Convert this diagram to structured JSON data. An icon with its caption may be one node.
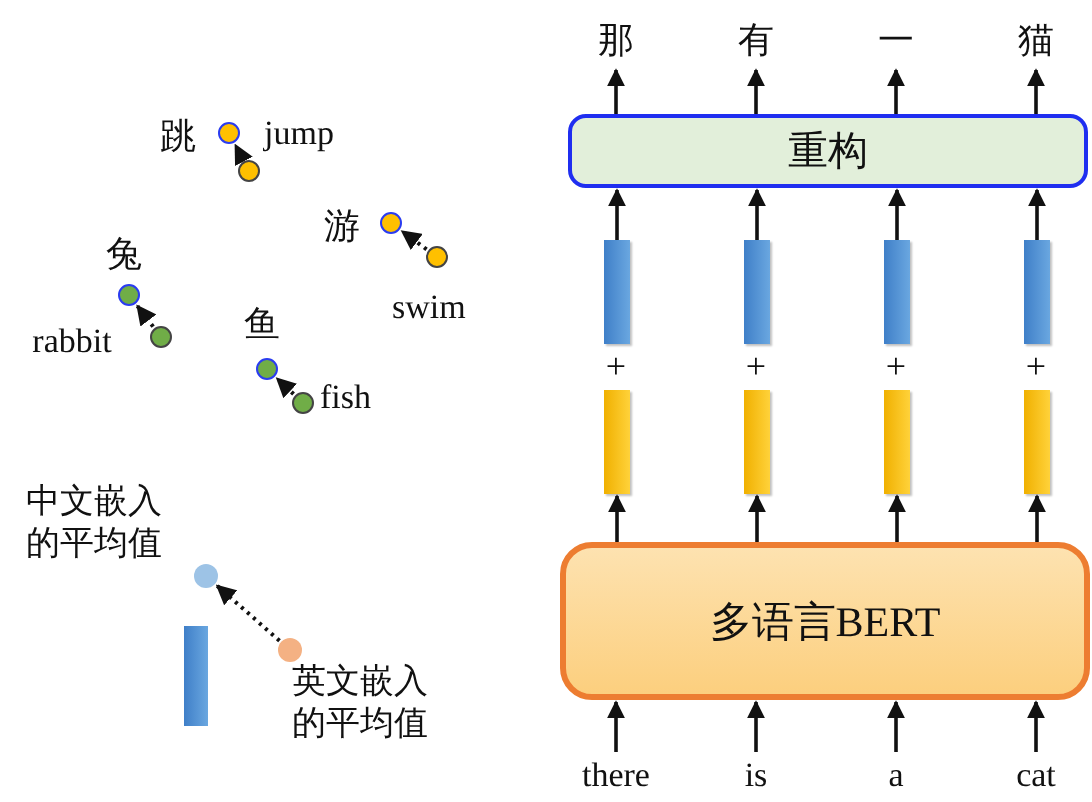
{
  "diagram": {
    "nodes": [
      {
        "text": [],
        "shape": "circle",
        "beside": [
          "跳"
        ]
      },
      {
        "text": [],
        "shape": "circle",
        "beside": [
          "jump"
        ]
      },
      {
        "text": [],
        "shape": "circle",
        "beside": [
          "游"
        ]
      },
      {
        "text": [],
        "shape": "circle",
        "beside": [
          "swim"
        ]
      },
      {
        "text": [],
        "shape": "circle",
        "beside": [
          "兔"
        ]
      },
      {
        "text": [],
        "shape": "circle"
      },
      {
        "text": [],
        "shape": "circle",
        "beside": [
          "鱼"
        ]
      },
      {
        "text": [],
        "shape": "circle",
        "beside": [
          "fish"
        ]
      },
      {
        "text": [],
        "shape": "circle",
        "beside": [
          "中文嵌入的平均值"
        ]
      },
      {
        "text": [],
        "shape": "circle",
        "beside": [
          "英文嵌入的平均值"
        ]
      },
      {
        "text": [
          "那"
        ]
      },
      {
        "text": [
          "有"
        ]
      },
      {
        "text": [
          "一"
        ]
      },
      {
        "text": [
          "猫"
        ]
      },
      {
        "text": [
          "重构"
        ]
      },
      {
        "text": [],
        "shape": "bar"
      },
      {
        "text": [],
        "shape": "bar"
      },
      {
        "text": [],
        "shape": "bar"
      },
      {
        "text": [],
        "shape": "bar"
      },
      {
        "text": [],
        "shape": "bar"
      },
      {
        "text": [],
        "shape": "bar"
      },
      {
        "text": [],
        "shape": "bar"
      },
      {
        "text": [],
        "shape": "bar"
      },
      {
        "text": [
          "多语言BERT"
        ]
      },
      {
        "text": [
          "there"
        ]
      },
      {
        "text": [
          "is"
        ]
      },
      {
        "text": [
          "a"
        ]
      },
      {
        "text": [
          "cat"
        ]
      }
    ],
    "edges": [
      {
        "from": 1,
        "to": 0,
        "arrow": "to",
        "style": "dashed"
      },
      {
        "from": 3,
        "to": 2,
        "arrow": "to",
        "style": "dashed"
      },
      {
        "from": 5,
        "to": 4,
        "arrow": "to",
        "style": "dashed"
      },
      {
        "from": 7,
        "to": 6,
        "arrow": "to",
        "style": "dashed"
      },
      {
        "from": 9,
        "to": 8,
        "arrow": "to",
        "style": "dashed"
      },
      {
        "from": 14,
        "to": 10,
        "arrow": "to"
      },
      {
        "from": 14,
        "to": 11,
        "arrow": "to"
      },
      {
        "from": 14,
        "to": 12,
        "arrow": "to"
      },
      {
        "from": 14,
        "to": 13,
        "arrow": "to"
      },
      {
        "from": 15,
        "to": 14,
        "arrow": "to"
      },
      {
        "from": 16,
        "to": 14,
        "arrow": "to"
      },
      {
        "from": 17,
        "to": 14,
        "arrow": "to"
      },
      {
        "from": 18,
        "to": 14,
        "arrow": "to"
      },
      {
        "from": 23,
        "to": 19,
        "arrow": "to"
      },
      {
        "from": 23,
        "to": 20,
        "arrow": "to"
      },
      {
        "from": 23,
        "to": 21,
        "arrow": "to"
      },
      {
        "from": 23,
        "to": 22,
        "arrow": "to"
      },
      {
        "from": 24,
        "to": 23,
        "arrow": "to"
      },
      {
        "from": 25,
        "to": 23,
        "arrow": "to"
      },
      {
        "from": 26,
        "to": 23,
        "arrow": "to"
      },
      {
        "from": 27,
        "to": 23,
        "arrow": "to"
      }
    ],
    "labels": [
      "rabbit",
      "+",
      "+",
      "+",
      "+"
    ]
  }
}
